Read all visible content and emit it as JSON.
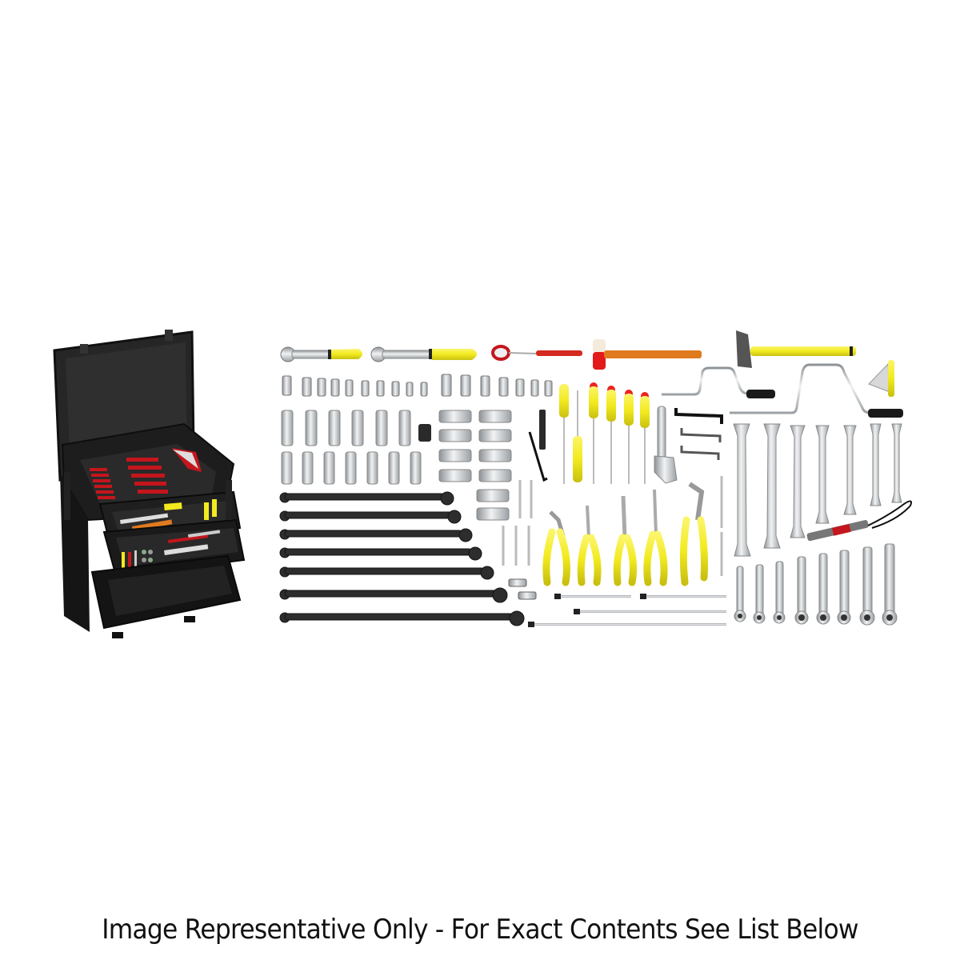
{
  "image": {
    "background": "#ffffff",
    "subject": "Tool kit in black rolling case with drawers, plus laid-out tool contents",
    "colors": {
      "handle_yellow": "#f2ea1f",
      "foam_red": "#c4161c",
      "case_black": "#1e1e1e",
      "chrome": "#c9cdd1",
      "hammer_orange": "#e07a1f"
    }
  },
  "caption": {
    "text": "Image Representative Only - For Exact Contents See List Below"
  },
  "items": {
    "case": "Tool case with lid open and three drawers",
    "ratchets": 2,
    "inspection_mirror": 1,
    "mallet": 1,
    "hammer": 1,
    "universal_joint_sockets_row1": 10,
    "universal_joint_sockets_row2": 7,
    "deep_sockets_vertical_row1": 6,
    "impact_socket": 1,
    "deep_sockets_vertical_row2": 7,
    "deep_sockets_horizontal": 10,
    "screwdrivers": 6,
    "speed_braces": 2,
    "feeler_gauge": 1,
    "adjustable_wrench": 1,
    "hex_keys": 3,
    "long_box_wrenches": 7,
    "pliers": 5,
    "open_end_wrenches": 7,
    "ratcheting_combination_wrenches": 8,
    "extensions": 4,
    "flashlight": 1,
    "pin_punches": 5
  }
}
